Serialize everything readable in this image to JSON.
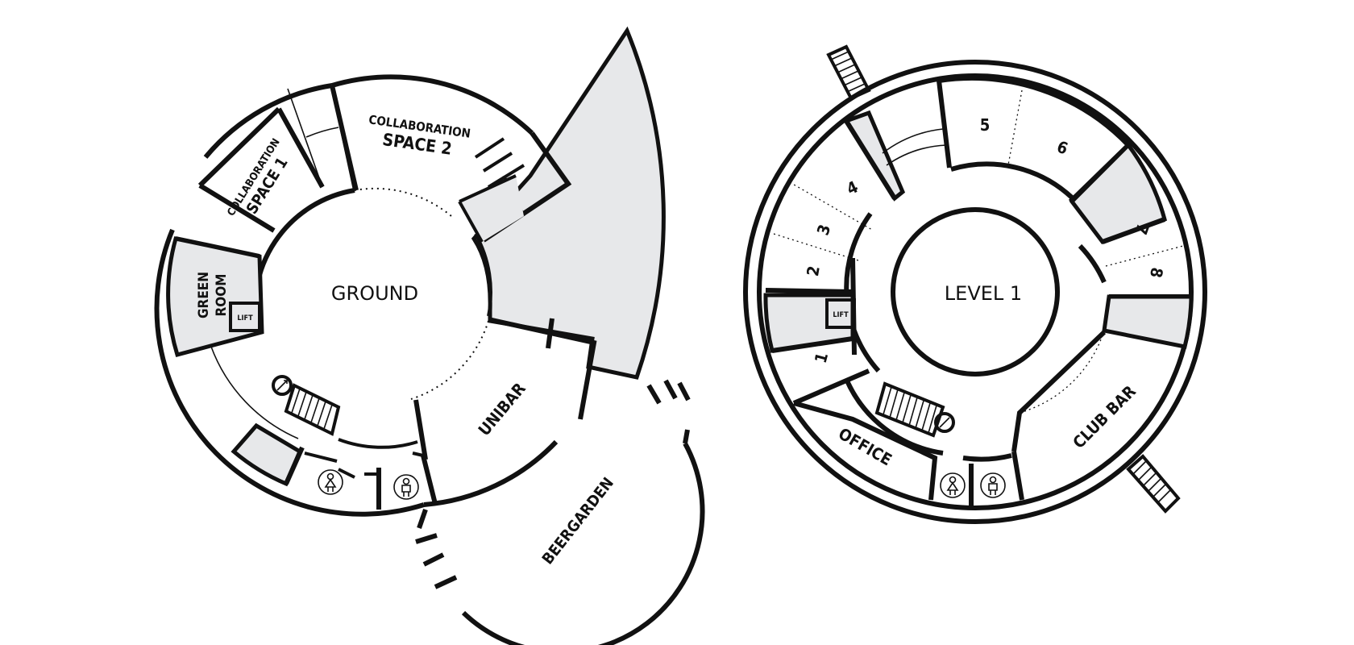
{
  "maps": {
    "ground": {
      "level_label": "GROUND",
      "rooms": {
        "collaboration_space_1": {
          "line1": "COLLABORATION",
          "line2": "SPACE 1"
        },
        "collaboration_space_2": {
          "line1": "COLLABORATION",
          "line2": "SPACE 2"
        },
        "green_room": {
          "line1": "GREEN",
          "line2": "ROOM"
        },
        "lift": "LIFT",
        "unibar": "UNIBAR",
        "beergarden": "BEERGARDEN"
      }
    },
    "level1": {
      "level_label": "LEVEL 1",
      "rooms": {
        "room_1": "1",
        "room_2": "2",
        "room_3": "3",
        "room_4": "4",
        "room_5": "5",
        "room_6": "6",
        "room_7": "7",
        "room_8": "8",
        "lift": "LIFT",
        "office": "OFFICE",
        "club_bar": "CLUB BAR"
      }
    }
  },
  "colors": {
    "line": "#111111",
    "shaded_area": "#e7e8ea",
    "background": "#ffffff"
  },
  "icons": [
    "stairs-icon",
    "toilet-female-icon",
    "toilet-male-icon",
    "external-stairs-icon"
  ]
}
